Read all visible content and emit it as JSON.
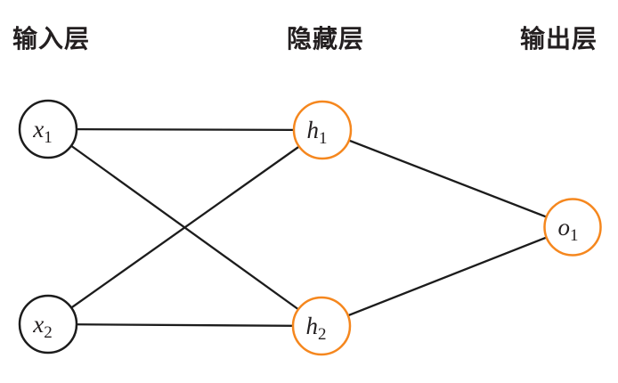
{
  "diagram": {
    "title": "feedforward-neural-network",
    "layers": [
      {
        "id": "input",
        "label": "输入层"
      },
      {
        "id": "hidden",
        "label": "隐藏层"
      },
      {
        "id": "output",
        "label": "输出层"
      }
    ],
    "nodes": {
      "x1": {
        "base": "x",
        "sub": "1",
        "layer": "input"
      },
      "x2": {
        "base": "x",
        "sub": "2",
        "layer": "input"
      },
      "h1": {
        "base": "h",
        "sub": "1",
        "layer": "hidden"
      },
      "h2": {
        "base": "h",
        "sub": "2",
        "layer": "hidden"
      },
      "o1": {
        "base": "o",
        "sub": "1",
        "layer": "output"
      }
    },
    "edges": [
      {
        "from": "x1",
        "to": "h1"
      },
      {
        "from": "x1",
        "to": "h2"
      },
      {
        "from": "x2",
        "to": "h1"
      },
      {
        "from": "x2",
        "to": "h2"
      },
      {
        "from": "h1",
        "to": "o1"
      },
      {
        "from": "h2",
        "to": "o1"
      }
    ],
    "colors": {
      "edge": "#1c1c1c",
      "input_node_stroke": "#1c1c1c",
      "hidden_node_stroke": "#F5871E",
      "output_node_stroke": "#F5871E",
      "background": "#ffffff",
      "text": "#231f20"
    }
  }
}
